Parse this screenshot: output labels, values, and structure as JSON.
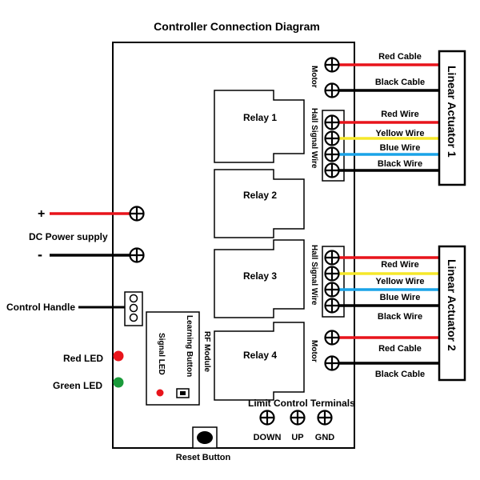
{
  "title": "Controller Connection Diagram",
  "relays": [
    "Relay 1",
    "Relay 2",
    "Relay 3",
    "Relay 4"
  ],
  "board_labels": {
    "motor_top": "Motor",
    "hall_top": "Hall Signal Wire",
    "hall_bottom": "Hall Signal Wire",
    "motor_bottom": "Motor",
    "rf_module": "RF Module",
    "learning_button": "Learning Button",
    "signal_led": "Signal LED",
    "limit_terminals": "Limit Control Terminals",
    "down": "DOWN",
    "up": "UP",
    "gnd": "GND",
    "reset_button": "Reset Button"
  },
  "left_labels": {
    "plus": "+",
    "minus": "-",
    "dc_power": "DC Power supply",
    "control_handle": "Control Handle",
    "red_led": "Red LED",
    "green_led": "Green LED"
  },
  "actuator1": {
    "label": "Linear Actuator 1",
    "wires": [
      {
        "label": "Red Cable",
        "color": "#e8141b"
      },
      {
        "label": "Black Cable",
        "color": "#000000"
      },
      {
        "label": "Red Wire",
        "color": "#e8141b"
      },
      {
        "label": "Yellow Wire",
        "color": "#f5e82a"
      },
      {
        "label": "Blue Wire",
        "color": "#1aa3e8"
      },
      {
        "label": "Black Wire",
        "color": "#000000"
      }
    ]
  },
  "actuator2": {
    "label": "Linear Actuator 2",
    "wires": [
      {
        "label": "Red Wire",
        "color": "#e8141b"
      },
      {
        "label": "Yellow Wire",
        "color": "#f5e82a"
      },
      {
        "label": "Blue Wire",
        "color": "#1aa3e8"
      },
      {
        "label": "Black Wire",
        "color": "#000000"
      },
      {
        "label": "Red Cable",
        "color": "#e8141b"
      },
      {
        "label": "Black Cable",
        "color": "#000000"
      }
    ]
  },
  "colors": {
    "red": "#e8141b",
    "black": "#000000",
    "green_led": "#1a9a3a",
    "red_led": "#e8141b"
  }
}
